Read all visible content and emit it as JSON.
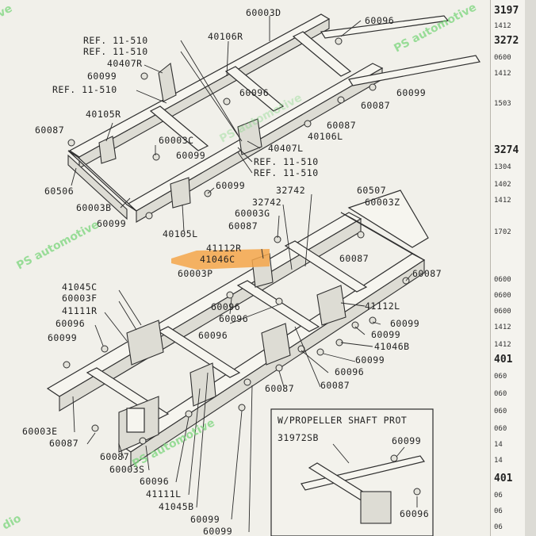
{
  "callouts": {
    "ref1": "REF. 11-510",
    "ref2": "REF. 11-510",
    "ref3": "REF. 11-510",
    "ref4": "REF. 11-510",
    "ref5": "REF. 11-510",
    "p60003D": "60003D",
    "p60096a": "60096",
    "p40106R": "40106R",
    "p40407R": "40407R",
    "p60099a": "60099",
    "p60099b": "60099",
    "p60087a": "60087",
    "p60096b": "60096",
    "p40105R": "40105R",
    "p60087b": "60087",
    "p60087c": "60087",
    "p40106L": "40106L",
    "p60003C": "60003C",
    "p60099c": "60099",
    "p40407L": "40407L",
    "p60506": "60506",
    "p60003B": "60003B",
    "p60099d": "60099",
    "p60099e": "60099",
    "p40105L": "40105L",
    "p32742a": "32742",
    "p60507": "60507",
    "p32742b": "32742",
    "p60003Z": "60003Z",
    "p60003G": "60003G",
    "p60087d": "60087",
    "p41112R": "41112R",
    "p60087e": "60087",
    "p41046C": "41046C",
    "p60003P": "60003P",
    "p60087f": "60087",
    "p41045C": "41045C",
    "p60003F": "60003F",
    "p41111R": "41111R",
    "p60096c": "60096",
    "p60099f": "60099",
    "p60096d": "60096",
    "p60096e": "60096",
    "p41112L": "41112L",
    "p60096f": "60096",
    "p60099g": "60099",
    "p60099h": "60099",
    "p41046B": "41046B",
    "p60099i": "60099",
    "p60096g": "60096",
    "p60087g": "60087",
    "p60087h": "60087",
    "p60003E": "60003E",
    "p60087i": "60087",
    "p60087j": "60087",
    "p60003S": "60003S",
    "p60096h": "60096",
    "p41111L": "41111L",
    "p41045B": "41045B",
    "p60099j": "60099",
    "p60099k": "60099"
  },
  "inset": {
    "title": "W/PROPELLER SHAFT PROT",
    "p31972SB": "31972SB",
    "p60099": "60099",
    "p60096": "60096"
  },
  "watermark": {
    "text1": "PS automotive",
    "text2": "PS automotive",
    "text3": "PS automotive",
    "text4": "PS automotive",
    "text5": "ve",
    "text6": "PS",
    "text7": "dio"
  },
  "right_column": {
    "c1": "3197",
    "c2": "1412",
    "c3": "3272",
    "c4": "0600",
    "c5": "1412",
    "c6": "1503",
    "c7": "3274",
    "c8": "1304",
    "c9": "1402",
    "c10": "1412",
    "c11": "1702",
    "c12": "0600",
    "c13": "0600",
    "c14": "0600",
    "c15": "1412",
    "c16": "1412",
    "c17": "401",
    "c18": "060",
    "c19": "060",
    "c20": "060",
    "c21": "060",
    "c22": "14",
    "c23": "14",
    "c24": "401",
    "c25": "06",
    "c26": "06",
    "c27": "06"
  },
  "colors": {
    "highlight": "#f4a64a",
    "watermark": "#7bd67c",
    "ink": "#2b2b2b"
  }
}
